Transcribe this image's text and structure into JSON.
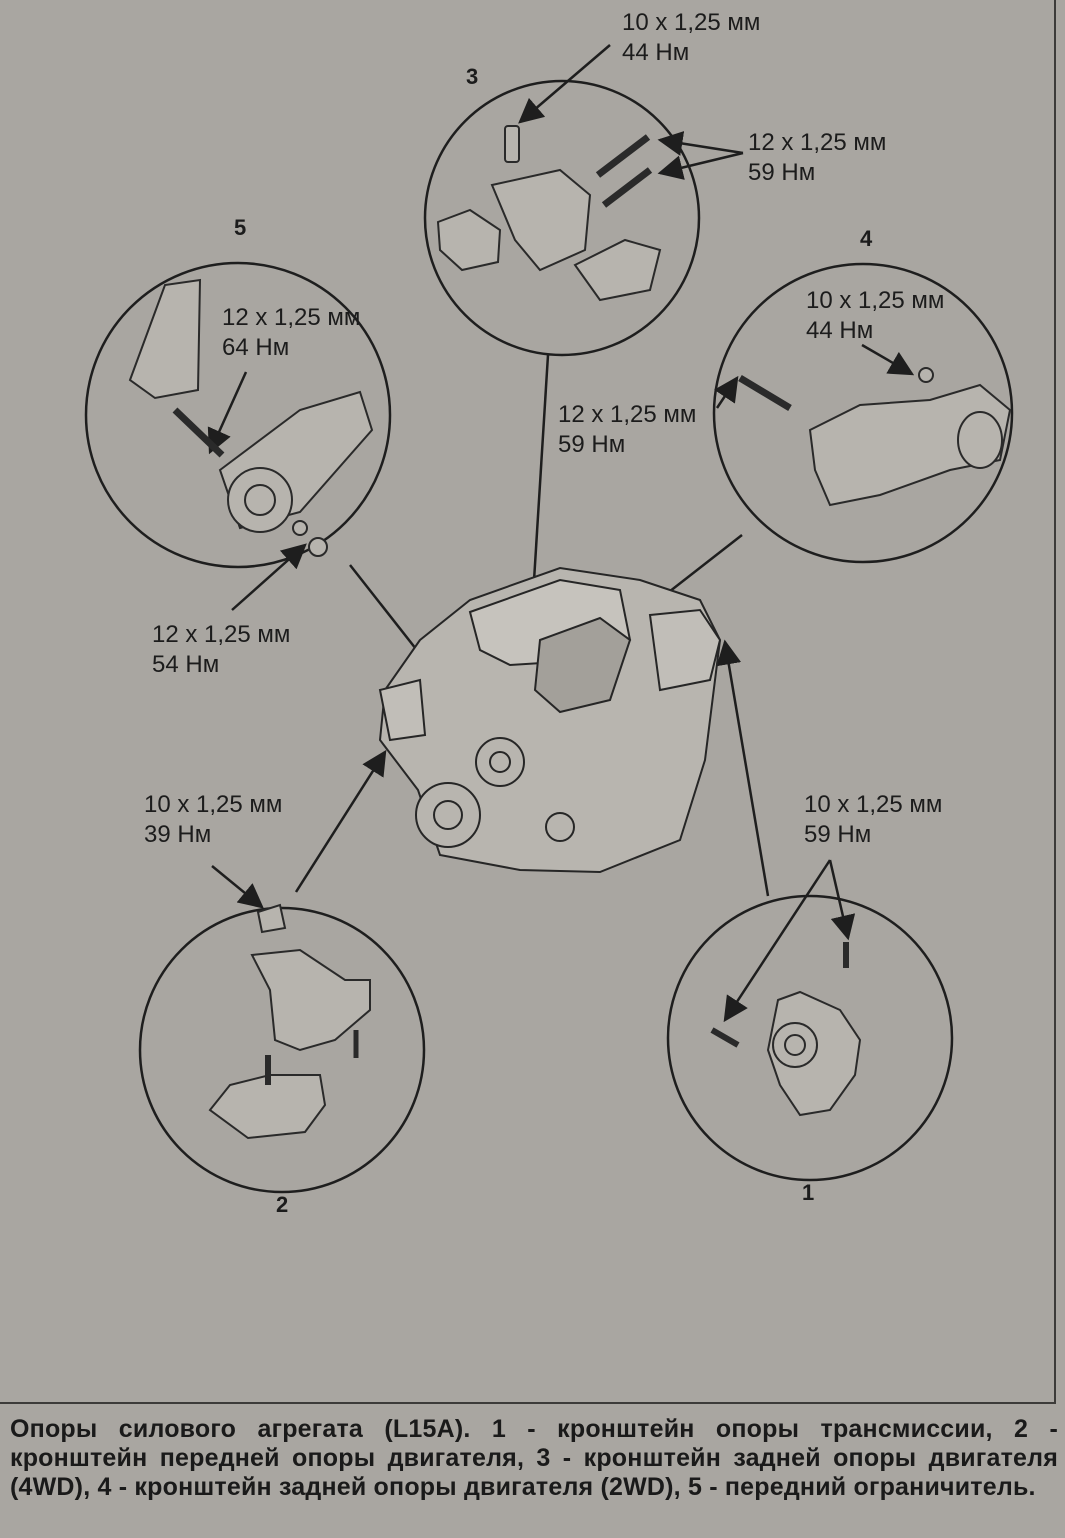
{
  "callouts": {
    "c3_top": {
      "size": "10 x 1,25 мм",
      "torque": "44 Нм"
    },
    "c3_right": {
      "size": "12 x 1,25 мм",
      "torque": "59 Нм"
    },
    "c5_in": {
      "size": "12 x 1,25 мм",
      "torque": "64 Нм"
    },
    "c4_in": {
      "size": "10 x 1,25 мм",
      "torque": "44 Нм"
    },
    "center": {
      "size": "12 x 1,25 мм",
      "torque": "59 Нм"
    },
    "c5_out": {
      "size": "12 x 1,25 мм",
      "torque": "54 Нм"
    },
    "c2": {
      "size": "10 x 1,25 мм",
      "torque": "39 Нм"
    },
    "c1": {
      "size": "10 x 1,25 мм",
      "torque": "59 Нм"
    }
  },
  "numbers": {
    "n1": "1",
    "n2": "2",
    "n3": "3",
    "n4": "4",
    "n5": "5"
  },
  "caption": "Опоры силового агрегата (L15A). 1 - кронштейн опоры трансмиссии, 2 - кронштейн передней опоры двигателя, 3 - кронштейн задней опоры двигателя (4WD), 4 - кронштейн задней опоры двигателя (2WD), 5 - передний ограничитель.",
  "colors": {
    "background": "#a9a6a1",
    "line": "#1e1e1e"
  }
}
